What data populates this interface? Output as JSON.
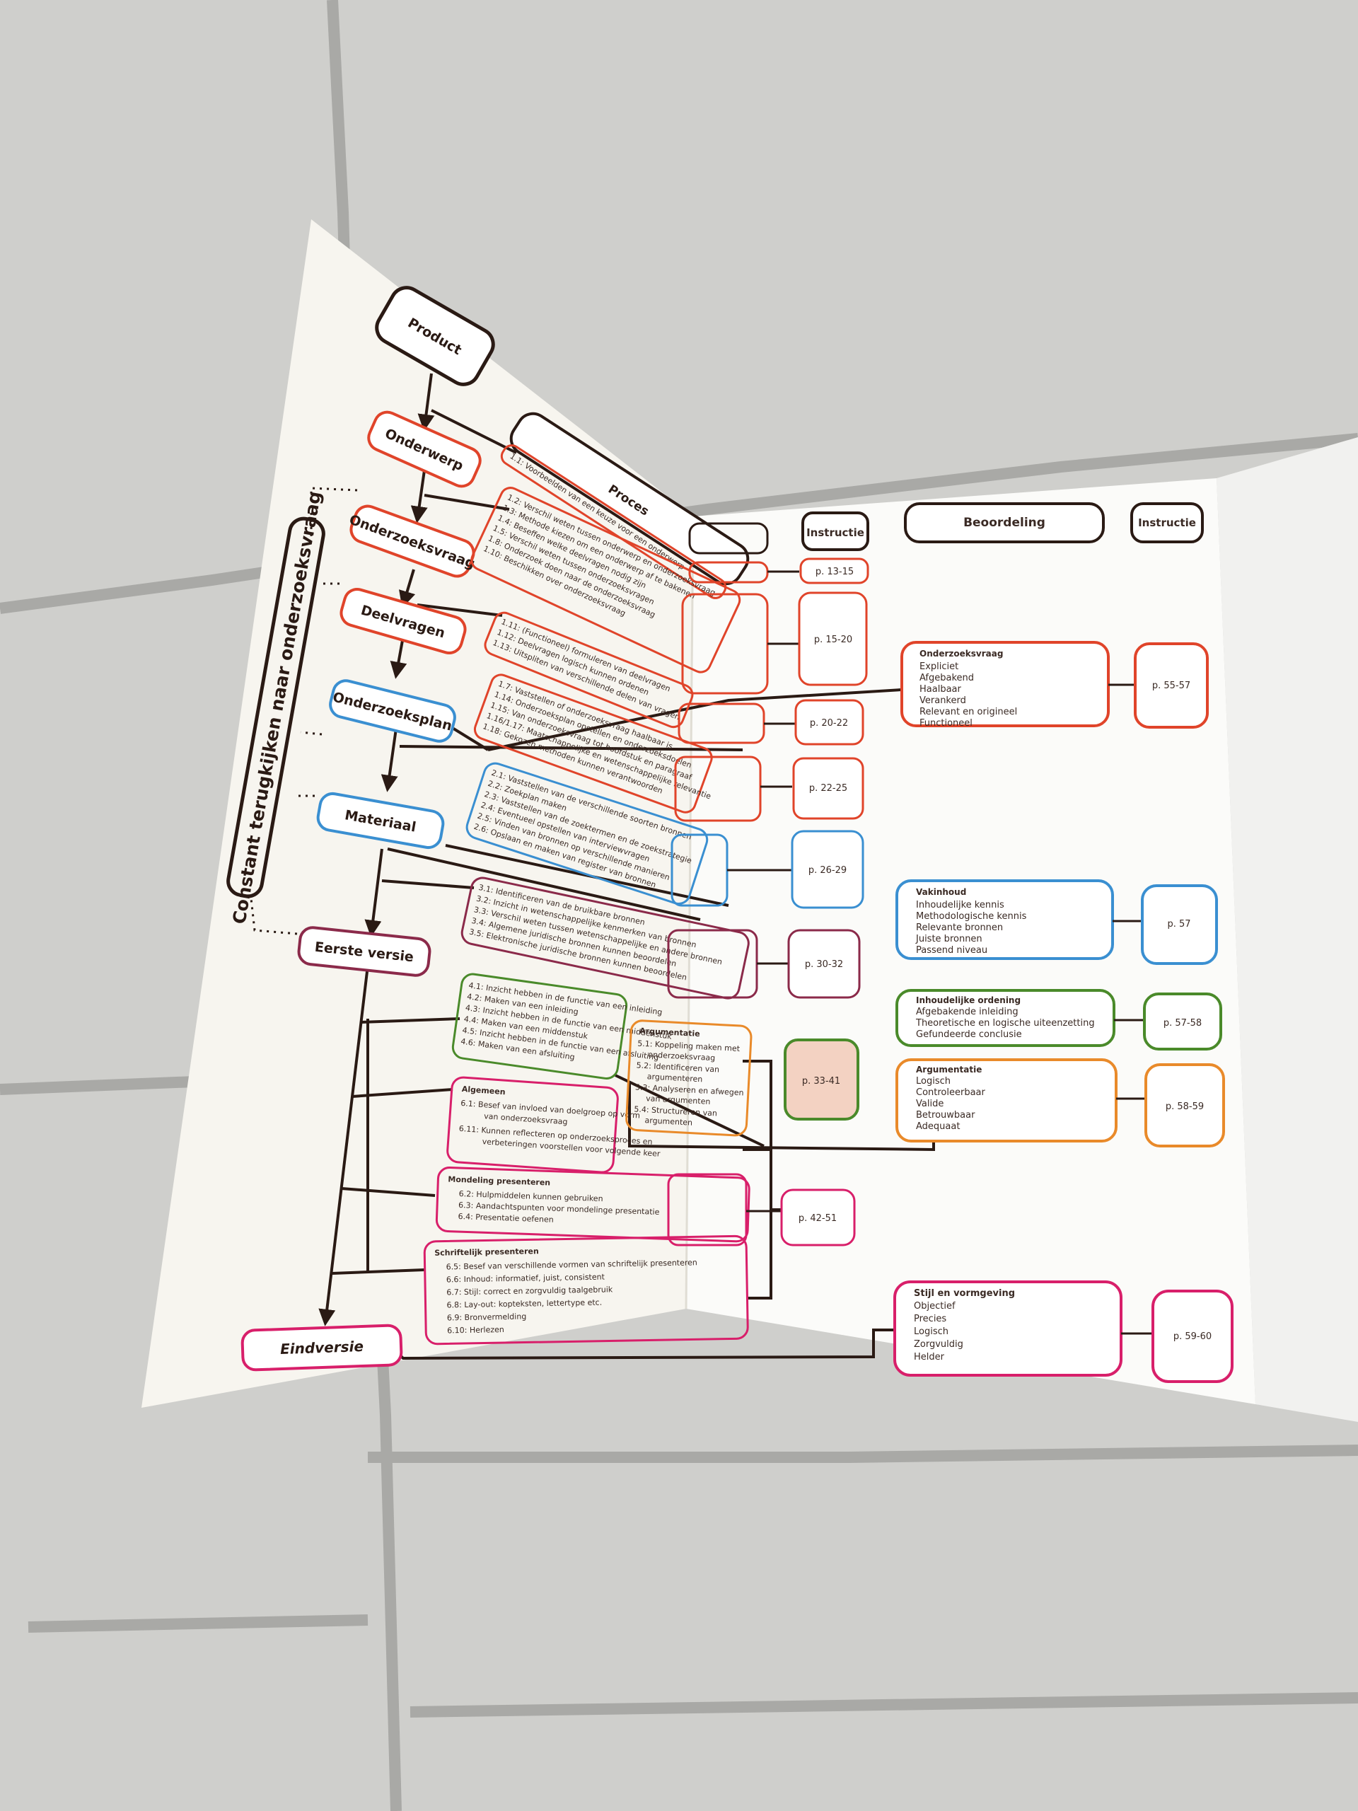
{
  "colors": {
    "floor": "#cfcfcc",
    "grout": "#a9a9a6",
    "paper": "#f7f5ef",
    "black": "#2a1a14",
    "red": "#e0442a",
    "blue": "#3a8fd1",
    "plum": "#8b2a4a",
    "green": "#4a8a2a",
    "orange": "#e98a2a",
    "magenta": "#d81f6a",
    "salmon": "#f3d2c2"
  },
  "left": {
    "product": "Product",
    "proces_header": "Proces",
    "side_label": "Constant terugkijken naar onderzoeksvraag",
    "stages": {
      "onderwerp": "Onderwerp",
      "onderzoeksvraag": "Onderzoeksvraag",
      "deelvragen": "Deelvragen",
      "onderzoeksplan": "Onderzoeksplan",
      "materiaal": "Materiaal",
      "eerste_versie": "Eerste versie",
      "eindversie": "Eindversie"
    },
    "lines": {
      "s1_1": "1.1:   Voorbeelden van een keuze voor een onderwerp",
      "s1_2": "1.2:   Verschil weten tussen onderwerp en onderzoeksvraag",
      "s1_3": "1.3:   Methode kiezen om een onderwerp af te bakenen",
      "s1_4": "1.4:   Beseffen welke deelvragen nodig zijn",
      "s1_5": "1.5:   Verschil weten tussen onderzoeksvragen",
      "s1_8": "1.8:   Onderzoek doen naar de onderzoeksvraag",
      "s1_10": "1.10:  Beschikken over onderzoeksvraag",
      "s1_11": "1.11:  (Functioneel) formuleren van deelvragen",
      "s1_12": "1.12:  Deelvragen logisch kunnen ordenen",
      "s1_13": "1.13:  Uitspliten van verschillende delen van vragen",
      "s1_7": "1.7:   Vaststellen of onderzoeksvraag haalbaar is",
      "s1_14": "1.14:  Onderzoeksplan opstellen en onderzoeksdoelen",
      "s1_15": "1.15:  Van onderzoeksvraag tot hoofdstuk en paragraaf",
      "s1_16": "1.16/1.17:  Maatschappelijke en wetenschappelijke relevantie",
      "s1_18": "1.18:  Gekozen methoden kunnen verantwoorden",
      "s2_1": "2.1:   Vaststellen van de verschillende soorten bronnen",
      "s2_2": "2.2:   Zoekplan maken",
      "s2_3": "2.3:   Vaststellen van de zoektermen en de zoekstrategie",
      "s2_4": "2.4:   Eventueel opstellen van interviewvragen",
      "s2_5": "2.5:   Vinden van bronnen op verschillende manieren",
      "s2_6": "2.6:   Opslaan en maken van register van bronnen",
      "s3_1": "3.1:   Identificeren van de bruikbare bronnen",
      "s3_2": "3.2:   Inzicht in wetenschappelijke kenmerken van bronnen",
      "s3_3": "3.3:   Verschil weten tussen wetenschappelijke en andere bronnen",
      "s3_4": "3.4:   Algemene juridische bronnen kunnen beoordelen",
      "s3_5": "3.5:   Elektronische juridische bronnen kunnen beoordelen",
      "s4_1": "4.1:   Inzicht hebben in de functie van een inleiding",
      "s4_2": "4.2:   Maken van een inleiding",
      "s4_3": "4.3:   Inzicht hebben in de functie van een middenstuk",
      "s4_4": "4.4:   Maken van een middenstuk",
      "s4_5": "4.5:   Inzicht hebben in de functie van een afsluiting",
      "s4_6": "4.6:   Maken van een afsluiting",
      "alg_title": "Algemeen",
      "s6_1a": "6.1:   Besef van invloed van doelgroep op vorm",
      "s6_1b": "van onderzoeksvraag",
      "s6_11a": "6.11:  Kunnen reflecteren op onderzoeksproces en",
      "s6_11b": "verbeteringen voorstellen voor volgende keer",
      "mon_title": "Mondeling presenteren",
      "s6_2": "6.2: Hulpmiddelen kunnen gebruiken",
      "s6_3": "6.3: Aandachtspunten voor mondelinge presentatie",
      "s6_4": "6.4: Presentatie oefenen",
      "sch_title": "Schriftelijk presenteren",
      "s6_5": "6.5:   Besef van verschillende vormen van schriftelijk presenteren",
      "s6_6": "6.6:   Inhoud: informatief, juist, consistent",
      "s6_7": "6.7:   Stijl: correct en zorgvuldig taalgebruik",
      "s6_8": "6.8:   Lay-out: kopteksten, lettertype etc.",
      "s6_9": "6.9:   Bronvermelding",
      "s6_10": "6.10: Herlezen"
    },
    "arg_box": {
      "title": "Argumentatie",
      "l1": "5.1: Koppeling maken met",
      "l2": "onderzoeksvraag",
      "l3": "5.2: Identificeren van",
      "l4": "argumenteren",
      "l5": "5.3: Analyseren en afwegen",
      "l6": "van argumenten",
      "l7": "5.4: Structureren van",
      "l8": "argumenten"
    },
    "pages": {
      "p1": "p. 13-15",
      "p2": "p. 15-20",
      "p3": "p. 20-22",
      "p4": "p. 22-25",
      "p5": "p. 26-29",
      "p6": "p. 30-32",
      "p7": "p. 33-41",
      "p8": "p. 42-51"
    }
  },
  "right": {
    "instructie_1": "Instructie",
    "beoordeling": "Beoordeling",
    "instructie_2": "Instructie",
    "cards": [
      {
        "title": "Onderzoeksvraag",
        "items": [
          "Expliciet",
          "Afgebakend",
          "Haalbaar",
          "Verankerd",
          "Relevant en origineel",
          "Functioneel"
        ],
        "page": "p. 55-57"
      },
      {
        "title": "Vakinhoud",
        "items": [
          "Inhoudelijke kennis",
          "Methodologische kennis",
          "Relevante bronnen",
          "Juiste bronnen",
          "Passend niveau"
        ],
        "page": "p. 57"
      },
      {
        "title": "Inhoudelijke ordening",
        "items": [
          "Afgebakende inleiding",
          "Theoretische en logische uiteenzetting",
          "Gefundeerde conclusie"
        ],
        "page": "p. 57-58"
      },
      {
        "title": "Argumentatie",
        "items": [
          "Logisch",
          "Controleerbaar",
          "Valide",
          "Betrouwbaar",
          "Adequaat"
        ],
        "page": "p. 58-59"
      },
      {
        "title": "Stijl en vormgeving",
        "items": [
          "Objectief",
          "Precies",
          "Logisch",
          "Zorgvuldig",
          "Helder"
        ],
        "page": "p. 59-60"
      }
    ]
  }
}
